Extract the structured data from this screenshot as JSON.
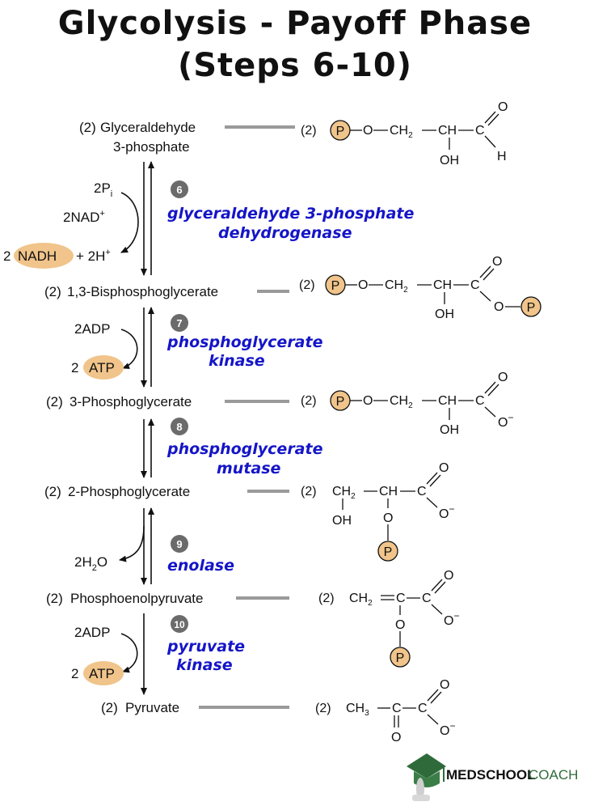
{
  "title": {
    "line1": "Glycolysis - Payoff Phase",
    "line2": "(Steps 6-10)"
  },
  "count_label": "(2)",
  "metabolites": [
    {
      "name": "Glyceraldehyde",
      "name2": "3-phosphate"
    },
    {
      "name": "1,3-Bisphosphoglycerate"
    },
    {
      "name": "3-Phosphoglycerate"
    },
    {
      "name": "2-Phosphoglycerate"
    },
    {
      "name": "Phosphoenolpyruvate"
    },
    {
      "name": "Pyruvate"
    }
  ],
  "steps": [
    {
      "number": "6",
      "enzyme_line1": "glyceraldehyde 3-phosphate",
      "enzyme_line2": "dehydrogenase"
    },
    {
      "number": "7",
      "enzyme_line1": "phosphoglycerate",
      "enzyme_line2": "kinase"
    },
    {
      "number": "8",
      "enzyme_line1": "phosphoglycerate",
      "enzyme_line2": "mutase"
    },
    {
      "number": "9",
      "enzyme_line1": "enolase"
    },
    {
      "number": "10",
      "enzyme_line1": "pyruvate",
      "enzyme_line2": "kinase"
    }
  ],
  "cofactors": {
    "step6_pi": "2P",
    "step6_pi_sub": "i",
    "step6_nad": "2NAD",
    "step6_nad_sup": "+",
    "step6_nadh_coef": "2",
    "step6_nadh": "NADH",
    "step6_h": "+ 2H",
    "step6_h_sup": "+",
    "step7_adp": "2ADP",
    "step7_atp_coef": "2",
    "step7_atp": "ATP",
    "step9_water": "2H",
    "step9_water_sub": "2",
    "step9_water_o": "O",
    "step10_adp": "2ADP",
    "step10_atp_coef": "2",
    "step10_atp": "ATP"
  },
  "structure_labels": {
    "phosphate": "P",
    "oxygen": "O",
    "ch2": "CH",
    "ch2_sub": "2",
    "ch": "CH",
    "c": "C",
    "oh": "OH",
    "h": "H",
    "o_minus": "O",
    "minus": "−",
    "ch3": "CH",
    "ch3_sub": "3"
  },
  "logo": {
    "part1": "MEDSCHOOL",
    "part2": "COACH"
  },
  "colors": {
    "accent_fill": "#f0c48a",
    "enzyme_text": "#1515c8",
    "step_badge": "#6b6b6b",
    "connector": "#9a9a9a",
    "logo_green": "#2f6b3a"
  }
}
